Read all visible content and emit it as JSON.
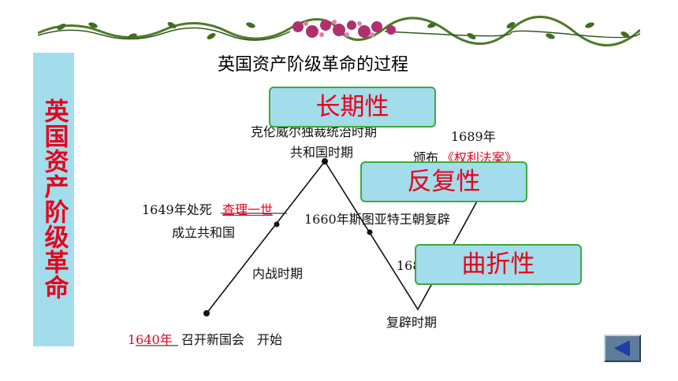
{
  "main_title": "英国资产阶级革命的过程",
  "side_title": "英国资产阶级革命",
  "timeline": {
    "label_1640_year": "1640年",
    "label_1640_text": "召开新国会　开始",
    "label_civil_war": "内战时期",
    "label_1649_a": "1649年处死",
    "label_1649_charles": "查理一世",
    "label_1649_b": "成立共和国",
    "label_cromwell": "克伦威尔独裁统治时期",
    "label_commonwealth": "共和国时期",
    "label_1660": "1660年斯图亚特王朝复辟",
    "label_168x": "168",
    "label_restoration": "复辟时期",
    "label_1689": "1689年",
    "label_bill_prefix": "颁布",
    "label_bill": "《权利法案》"
  },
  "badges": {
    "long_term": "长期性",
    "repetitive": "反复性",
    "tortuous": "曲折性"
  },
  "colors": {
    "accent_red": "#e8001c",
    "panel_blue": "#a3dcea",
    "badge_border": "#3daa3c"
  },
  "icons": {
    "back": "left-triangle-icon",
    "vine": "floral-vine-border"
  }
}
